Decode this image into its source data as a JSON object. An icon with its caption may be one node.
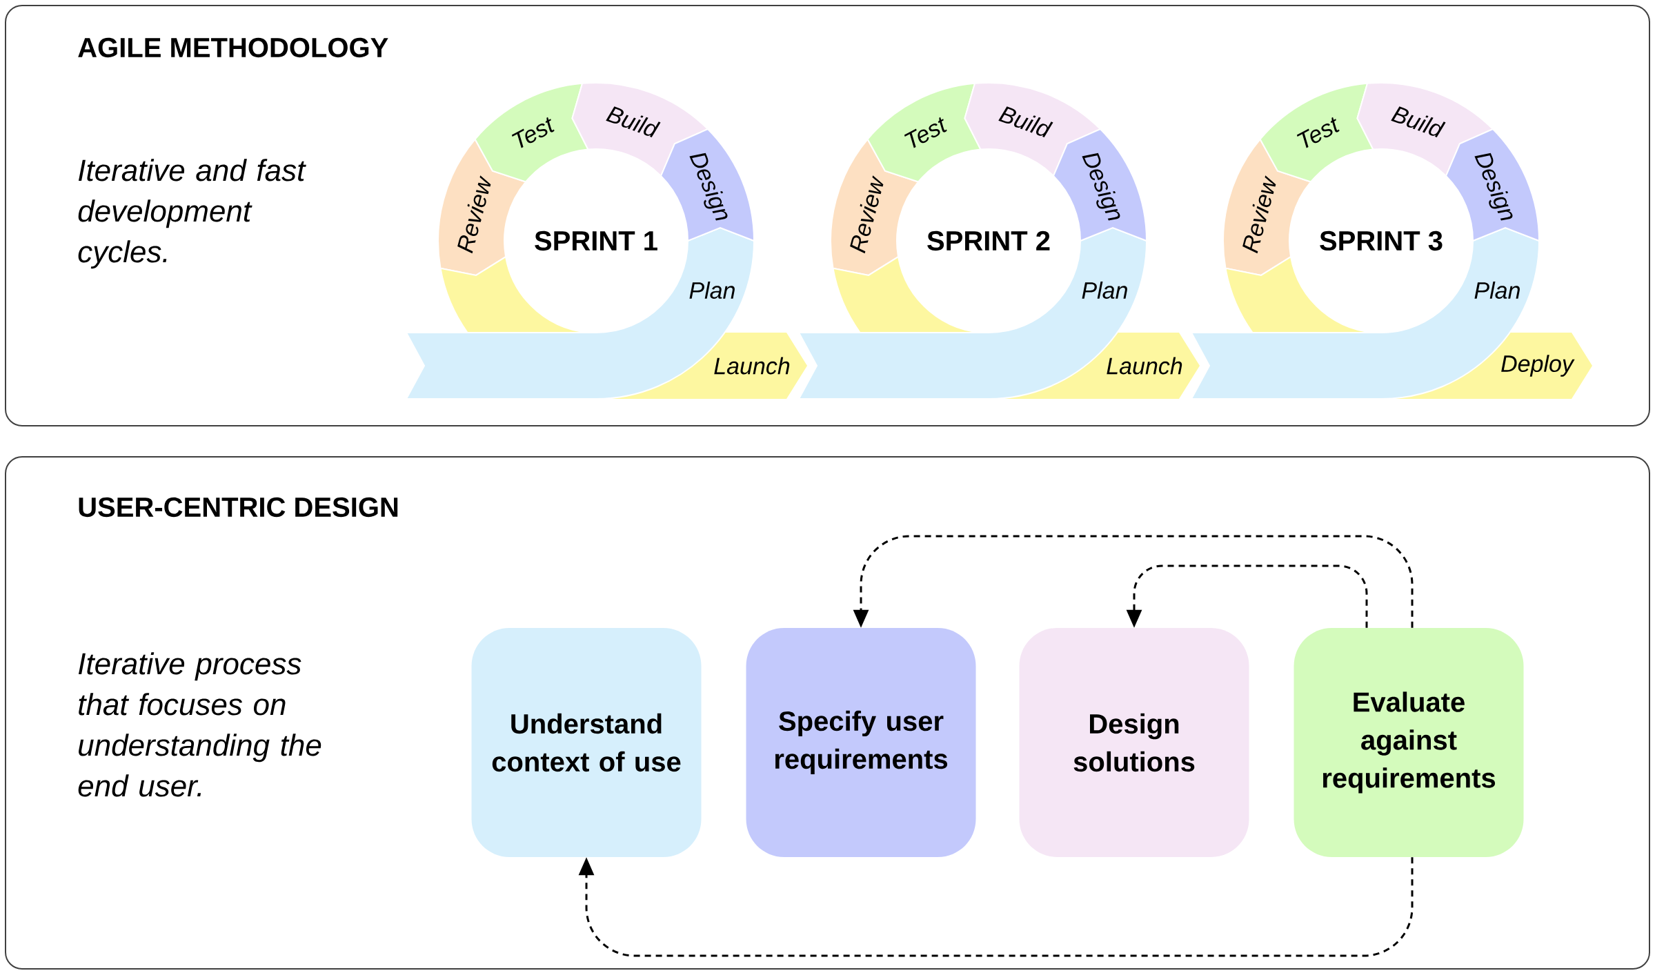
{
  "diagram": {
    "nodes": [
      {
        "text": [
          "AGILE METHODOLOGY",
          "Iterative and fast development cycles."
        ]
      },
      {
        "text": [
          "Review"
        ],
        "in": 0
      },
      {
        "text": [
          "Test"
        ],
        "in": 0
      },
      {
        "text": [
          "Build"
        ],
        "in": 0
      },
      {
        "text": [
          "Design"
        ],
        "in": 0
      },
      {
        "text": [
          "Plan"
        ],
        "in": 0
      },
      {
        "text": [],
        "shape": "band",
        "in": 0
      },
      {
        "text": [
          "Launch"
        ],
        "in": 0
      },
      {
        "text": [
          "Review"
        ],
        "in": 0
      },
      {
        "text": [
          "Test"
        ],
        "in": 0
      },
      {
        "text": [
          "Build"
        ],
        "in": 0
      },
      {
        "text": [
          "Design"
        ],
        "in": 0
      },
      {
        "text": [
          "Plan"
        ],
        "in": 0
      },
      {
        "text": [],
        "shape": "band",
        "in": 0
      },
      {
        "text": [
          "Launch"
        ],
        "in": 0
      },
      {
        "text": [
          "Review"
        ],
        "in": 0
      },
      {
        "text": [
          "Test"
        ],
        "in": 0
      },
      {
        "text": [
          "Build"
        ],
        "in": 0
      },
      {
        "text": [
          "Design"
        ],
        "in": 0
      },
      {
        "text": [
          "Plan"
        ],
        "in": 0
      },
      {
        "text": [],
        "shape": "band",
        "in": 0
      },
      {
        "text": [
          "Deploy"
        ],
        "in": 0
      },
      {
        "text": [
          "USER-CENTRIC DESIGN",
          "Iterative process that focuses on understanding the end user."
        ]
      },
      {
        "text": [
          "Understand context of use"
        ],
        "in": 22
      },
      {
        "text": [
          "Specify user requirements"
        ],
        "in": 22
      },
      {
        "text": [
          "Design solutions"
        ],
        "in": 22
      },
      {
        "text": [
          "Evaluate against requirements"
        ],
        "in": 22
      }
    ],
    "edges": [
      {
        "from": 26,
        "to": 24,
        "arrow": "to",
        "style": "dashed"
      },
      {
        "from": 26,
        "to": 25,
        "arrow": "to",
        "style": "dashed"
      },
      {
        "from": 26,
        "to": 23,
        "arrow": "to",
        "style": "dashed"
      }
    ],
    "labels": [
      "SPRINT 1",
      "SPRINT 2",
      "SPRINT 3"
    ]
  }
}
